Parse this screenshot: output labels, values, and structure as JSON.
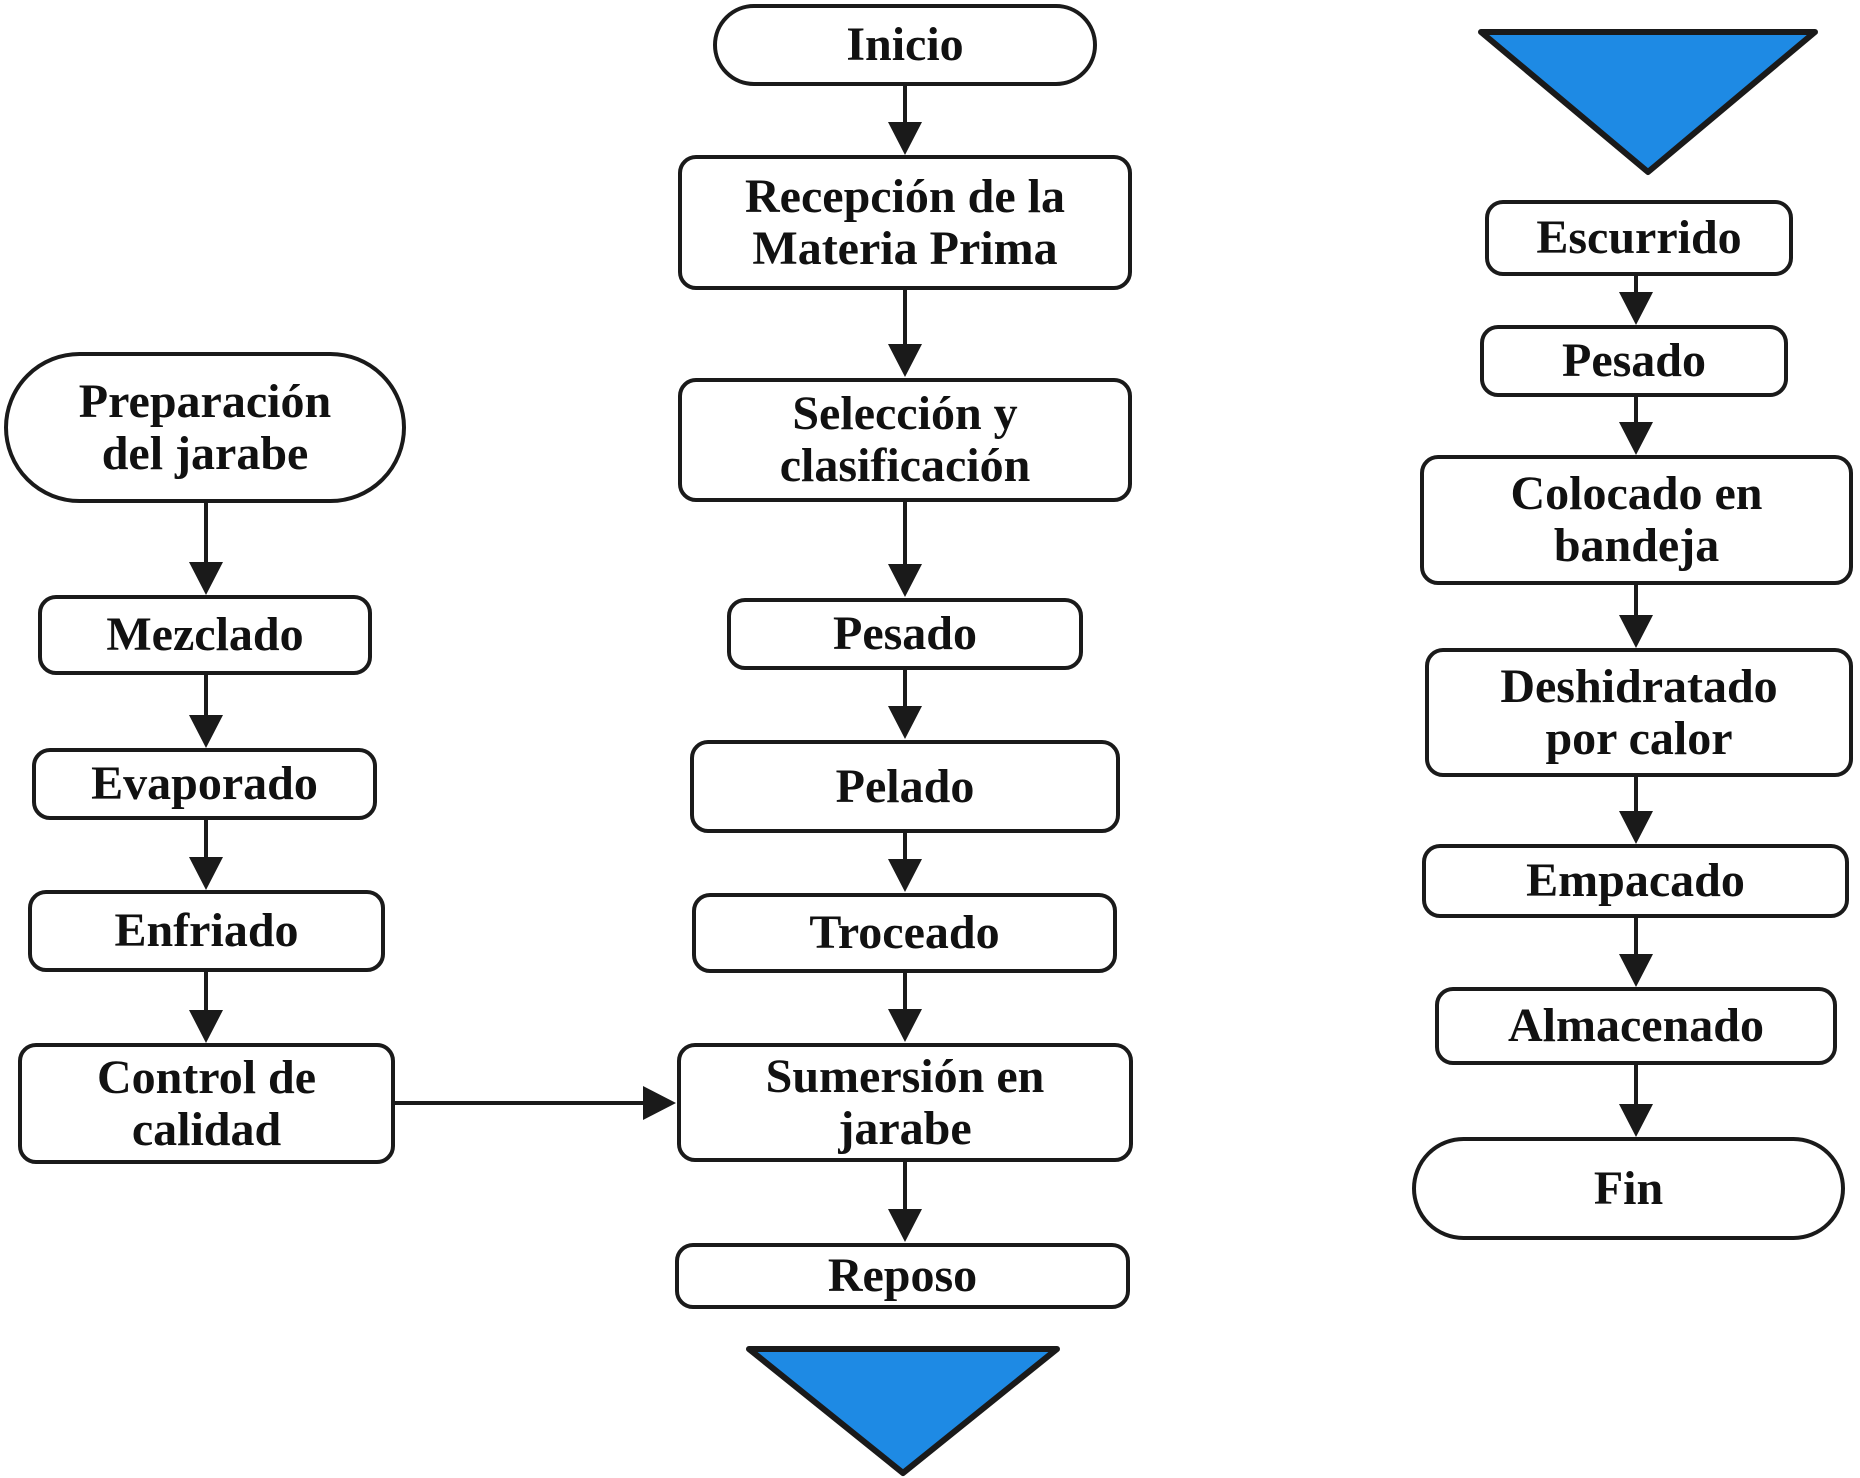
{
  "diagram_type": "flowchart",
  "colors": {
    "node_fill": "#FFFFFF",
    "stroke": "#1A1A1A",
    "offpage_fill": "#1E8AE4"
  },
  "nodes": {
    "inicio": {
      "label": "Inicio",
      "shape": "terminator"
    },
    "recepcion": {
      "label": "Recepción de la\nMateria Prima",
      "shape": "process"
    },
    "seleccion": {
      "label": "Selección y\nclasificación",
      "shape": "process"
    },
    "pesado_centro": {
      "label": "Pesado",
      "shape": "process"
    },
    "pelado": {
      "label": "Pelado",
      "shape": "process"
    },
    "troceado": {
      "label": "Troceado",
      "shape": "process"
    },
    "sumersion": {
      "label": "Sumersión en\njarabe",
      "shape": "process"
    },
    "reposo": {
      "label": "Reposo",
      "shape": "process"
    },
    "preparacion": {
      "label": "Preparación\ndel jarabe",
      "shape": "terminator"
    },
    "mezclado": {
      "label": "Mezclado",
      "shape": "process"
    },
    "evaporado": {
      "label": "Evaporado",
      "shape": "process"
    },
    "enfriado": {
      "label": "Enfriado",
      "shape": "process"
    },
    "control": {
      "label": "Control de\ncalidad",
      "shape": "process"
    },
    "escurrido": {
      "label": "Escurrido",
      "shape": "process"
    },
    "pesado_derecha": {
      "label": "Pesado",
      "shape": "process"
    },
    "colocado": {
      "label": "Colocado en\nbandeja",
      "shape": "process"
    },
    "deshidratado": {
      "label": "Deshidratado\npor calor",
      "shape": "process"
    },
    "empacado": {
      "label": "Empacado",
      "shape": "process"
    },
    "almacenado": {
      "label": "Almacenado",
      "shape": "process"
    },
    "fin": {
      "label": "Fin",
      "shape": "terminator"
    }
  },
  "offpage_connectors": [
    {
      "id": "offpage_middle",
      "location": "below Reposo (end of middle column)"
    },
    {
      "id": "offpage_right",
      "location": "above Escurrido (start of right column)"
    }
  ],
  "edges": [
    {
      "from": "inicio",
      "to": "recepcion"
    },
    {
      "from": "recepcion",
      "to": "seleccion"
    },
    {
      "from": "seleccion",
      "to": "pesado_centro"
    },
    {
      "from": "pesado_centro",
      "to": "pelado"
    },
    {
      "from": "pelado",
      "to": "troceado"
    },
    {
      "from": "troceado",
      "to": "sumersion"
    },
    {
      "from": "sumersion",
      "to": "reposo"
    },
    {
      "from": "preparacion",
      "to": "mezclado"
    },
    {
      "from": "mezclado",
      "to": "evaporado"
    },
    {
      "from": "evaporado",
      "to": "enfriado"
    },
    {
      "from": "enfriado",
      "to": "control"
    },
    {
      "from": "control",
      "to": "sumersion"
    },
    {
      "from": "escurrido",
      "to": "pesado_derecha"
    },
    {
      "from": "pesado_derecha",
      "to": "colocado"
    },
    {
      "from": "colocado",
      "to": "deshidratado"
    },
    {
      "from": "deshidratado",
      "to": "empacado"
    },
    {
      "from": "empacado",
      "to": "almacenado"
    },
    {
      "from": "almacenado",
      "to": "fin"
    }
  ]
}
